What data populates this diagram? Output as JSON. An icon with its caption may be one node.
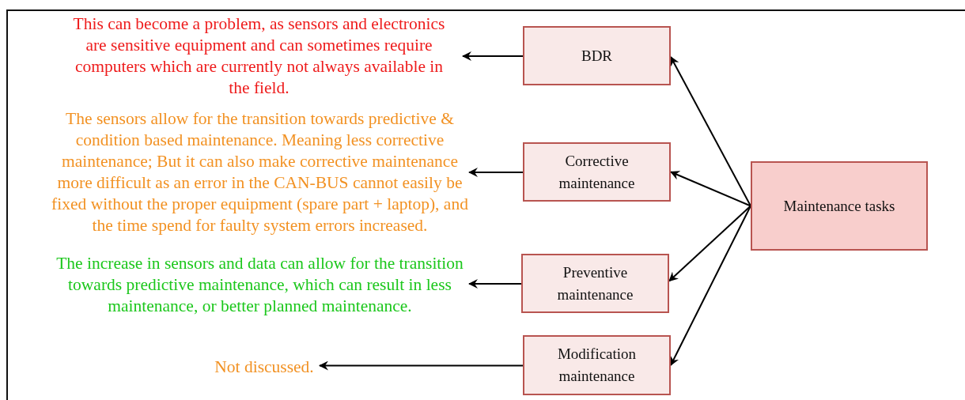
{
  "diagram": {
    "nodes": [
      {
        "text": [
          "This can become a problem, as sensors and electronics are sensitive equipment and can sometimes require computers which are currently not always available in the field."
        ]
      },
      {
        "text": [
          "BDR"
        ]
      },
      {
        "text": [
          "The sensors allow for the transition towards predictive & condition based maintenance. Meaning less corrective maintenance; But it can also make corrective maintenance more difficult as an error in the CAN-BUS cannot easily be fixed without the proper equipment (spare part + laptop), and the time spend for faulty system errors increased."
        ]
      },
      {
        "text": [
          "Corrective maintenance"
        ]
      },
      {
        "text": [
          "The increase in sensors and data can allow for the transition towards predictive maintenance, which can result in less maintenance, or better planned maintenance."
        ]
      },
      {
        "text": [
          "Preventive maintenance"
        ]
      },
      {
        "text": [
          "Not discussed."
        ]
      },
      {
        "text": [
          "Modification maintenance"
        ]
      },
      {
        "text": [
          "Maintenance tasks"
        ]
      }
    ],
    "edges": [
      {
        "from": 8,
        "to": 1,
        "arrow": "to"
      },
      {
        "from": 8,
        "to": 3,
        "arrow": "to"
      },
      {
        "from": 8,
        "to": 5,
        "arrow": "to"
      },
      {
        "from": 8,
        "to": 7,
        "arrow": "to"
      },
      {
        "from": 1,
        "to": 0,
        "arrow": "to"
      },
      {
        "from": 3,
        "to": 2,
        "arrow": "to"
      },
      {
        "from": 5,
        "to": 4,
        "arrow": "to"
      },
      {
        "from": 7,
        "to": 6,
        "arrow": "to"
      }
    ]
  }
}
